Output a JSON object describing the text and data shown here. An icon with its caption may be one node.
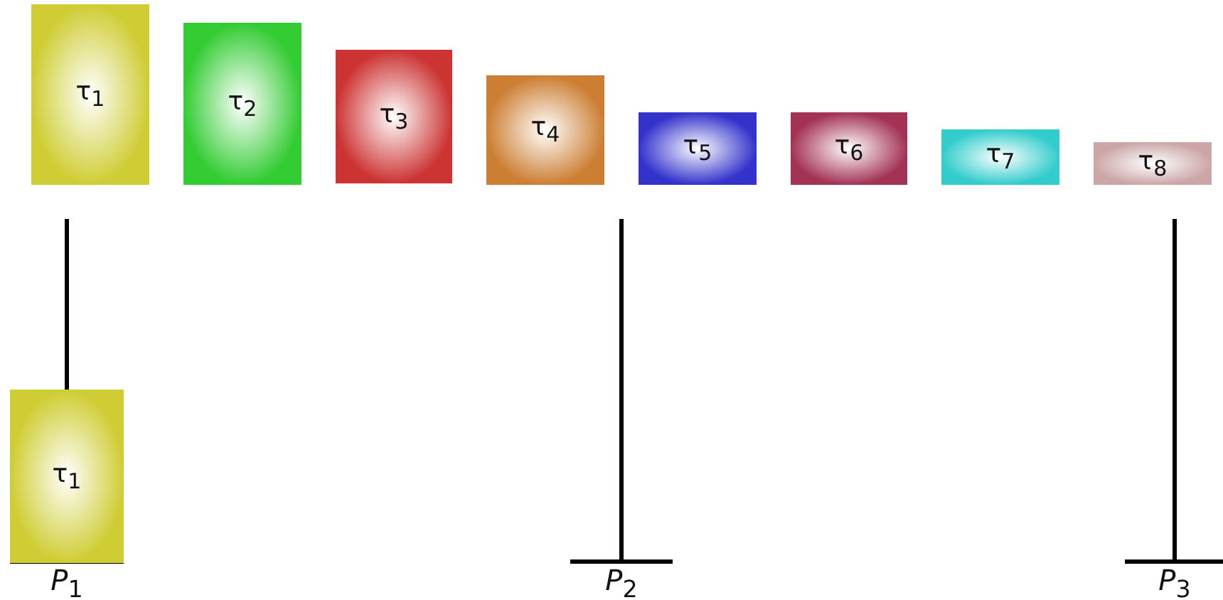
{
  "diagram": {
    "nodes": [
      {
        "text": [
          "τ$_{1}$"
        ]
      },
      {
        "text": [
          "τ$_{2}$"
        ]
      },
      {
        "text": [
          "τ$_{3}$"
        ]
      },
      {
        "text": [
          "τ$_{4}$"
        ]
      },
      {
        "text": [
          "τ$_{5}$"
        ]
      },
      {
        "text": [
          "τ$_{6}$"
        ]
      },
      {
        "text": [
          "τ$_{7}$"
        ]
      },
      {
        "text": [
          "τ$_{8}$"
        ]
      },
      {
        "text": [
          "τ$_{1}$"
        ]
      }
    ],
    "labels": [
      "*P*$_{1}$",
      "*P*$_{2}$",
      "*P*$_{3}$"
    ]
  }
}
